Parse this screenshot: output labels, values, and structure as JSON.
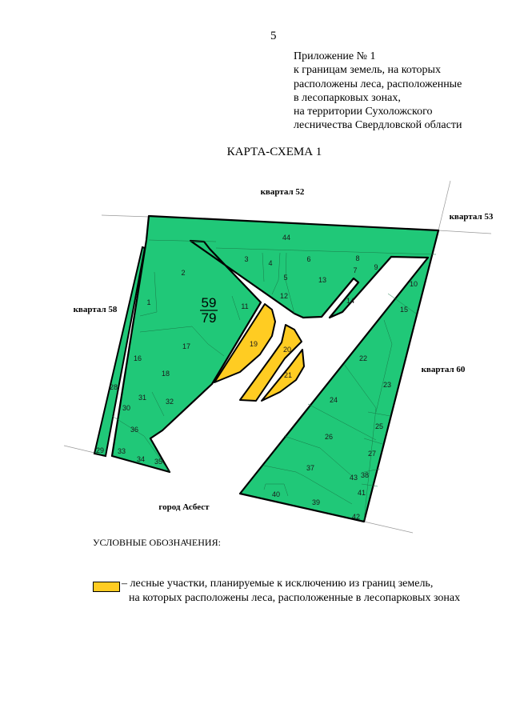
{
  "page_number": "5",
  "appendix": [
    "Приложение № 1",
    "к границам земель, на которых",
    "расположены леса, расположенные",
    "в лесопарковых зонах,",
    "на территории Сухоложского",
    "лесничества Свердловской области"
  ],
  "title": "КАРТА-СХЕМА 1",
  "map": {
    "colors": {
      "forest": "#20c878",
      "excluded": "#ffcc22",
      "border": "#000000"
    },
    "neighbors": {
      "kvartal_52": "квартал 52",
      "kvartal_53": "квартал 53",
      "kvartal_58": "квартал 58",
      "kvartal_60": "квартал 60",
      "city": "город Асбест"
    },
    "quarter_label": {
      "top": "59",
      "bottom": "79"
    },
    "parcels": [
      "44",
      "3",
      "4",
      "5",
      "6",
      "8",
      "7",
      "9",
      "13",
      "12",
      "14",
      "10",
      "15",
      "2",
      "1",
      "11",
      "17",
      "16",
      "18",
      "19",
      "20",
      "21",
      "28",
      "31",
      "32",
      "30",
      "36",
      "33",
      "34",
      "35",
      "29",
      "22",
      "23",
      "24",
      "25",
      "26",
      "27",
      "37",
      "43",
      "38",
      "41",
      "40",
      "39",
      "42"
    ]
  },
  "legend": {
    "title": "УСЛОВНЫЕ ОБОЗНАЧЕНИЯ:",
    "item_line1": "– лесные участки, планируемые к исключению из границ земель,",
    "item_line2": "на которых расположены леса, расположенные в лесопарковых зонах"
  }
}
